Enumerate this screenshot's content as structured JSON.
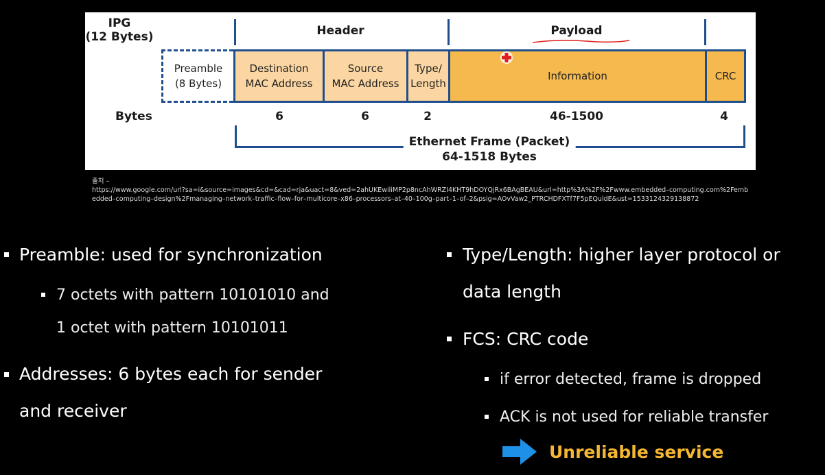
{
  "figure": {
    "ipg_label_1": "IPG",
    "ipg_label_2": "(12 Bytes)",
    "header_label": "Header",
    "payload_label": "Payload",
    "preamble_line1": "Preamble",
    "preamble_line2": "(8 Bytes)",
    "fields": {
      "destination_line1": "Destination",
      "destination_line2": "MAC Address",
      "source_line1": "Source",
      "source_line2": "MAC Address",
      "type_line1": "Type/",
      "type_line2": "Length",
      "information": "Information",
      "crc": "CRC"
    },
    "bytes_label": "Bytes",
    "byte_values": {
      "destination": "6",
      "source": "6",
      "type": "2",
      "information": "46-1500",
      "crc": "4"
    },
    "ethernet_frame_line1": "Ethernet Frame (Packet)",
    "ethernet_frame_line2": "64-1518 Bytes",
    "colors": {
      "border": "#1f4e8c",
      "header_fill": "#fbd6a2",
      "payload_fill": "#f6b94d",
      "annotation": "#e02020"
    }
  },
  "source_text": {
    "prefix": "출처 –",
    "url": "https://www.google.com/url?sa=i&source=images&cd=&cad=rja&uact=8&ved=2ahUKEwiliMP2p8ncAhWRZI4KHT9hDOYQjRx6BAgBEAU&url=http%3A%2F%2Fwww.embedded–computing.com%2Fembedded–computing–design%2Fmanaging–network–traffic–flow–for–multicore–x86–processors–at–40–100g–part–1–of–2&psig=AOvVaw2_PTRCHDFXTf7F5pEQuldE&ust=1533124329138872"
  },
  "left_bullets": {
    "preamble": "Preamble: used for synchronization",
    "preamble_sub_1": "7 octets with pattern 10101010 and",
    "preamble_sub_2": "1 octet with pattern 10101011",
    "addresses_1": "Addresses: 6 bytes each for sender",
    "addresses_2": "and receiver"
  },
  "right_bullets": {
    "type_1": "Type/Length: higher layer protocol or",
    "type_2": "data length",
    "fcs": "FCS: CRC code",
    "fcs_sub_1": "if error detected, frame is dropped",
    "fcs_sub_2": "ACK is not used for reliable transfer",
    "conclusion": "Unreliable service",
    "arrow_icon": "right-arrow-icon",
    "arrow_color": "#1e90e8",
    "conclusion_color": "#f5b731"
  }
}
